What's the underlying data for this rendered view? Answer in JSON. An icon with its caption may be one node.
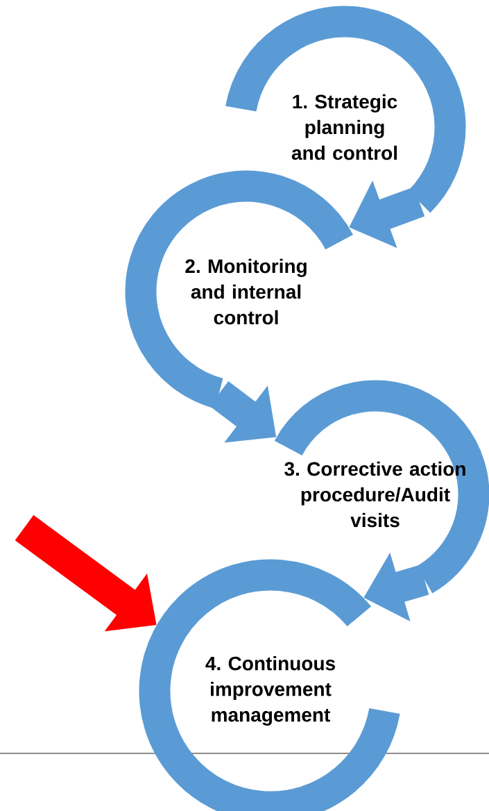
{
  "diagram": {
    "nodes": [
      {
        "text": [
          "1. Strategic planning and control"
        ]
      },
      {
        "text": [
          "2. Monitoring and internal control"
        ]
      },
      {
        "text": [
          "3. Corrective action procedure/Audit visits"
        ]
      },
      {
        "text": [
          "4. Continuous improvement management"
        ]
      }
    ],
    "edges": [
      {
        "from": 0,
        "to": 1,
        "arrow": "to"
      },
      {
        "from": 1,
        "to": 2,
        "arrow": "to"
      },
      {
        "from": 2,
        "to": 3,
        "arrow": "to"
      },
      {
        "from": null,
        "to": 3,
        "arrow": "to",
        "color": "#ff0000"
      }
    ]
  }
}
